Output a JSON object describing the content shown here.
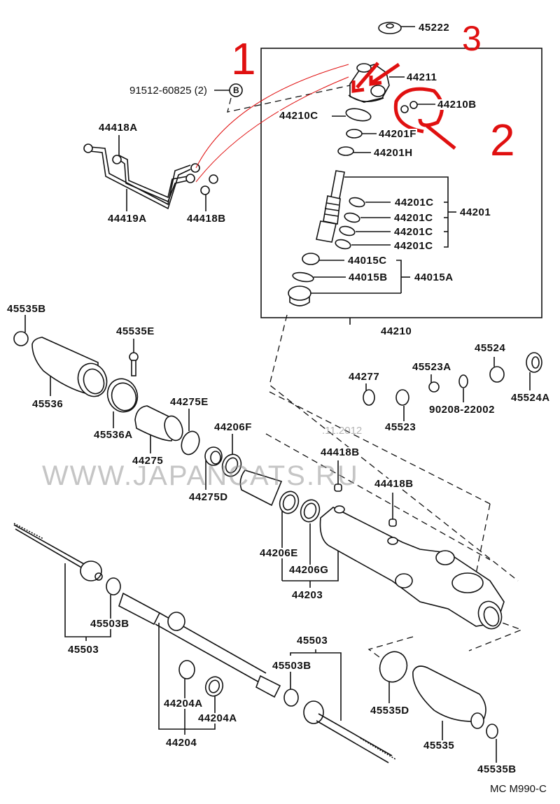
{
  "diagram": {
    "title_code": "MC M990-C",
    "watermark": "WWW.JAPANCATS.RU",
    "watermark_date": ".11.2012",
    "colors": {
      "line": "#111111",
      "annotation": "#e01010",
      "watermark": "#969696"
    },
    "annotations": {
      "n1": "1",
      "n2": "2",
      "n3": "3"
    },
    "labels": {
      "p45222": "45222",
      "p44211": "44211",
      "p91512": "91512-60825 (2)",
      "refB": "B",
      "p44210B": "44210B",
      "p44210C": "44210C",
      "p44201F": "44201F",
      "p44201H": "44201H",
      "p44418A": "44418A",
      "p44419A": "44419A",
      "p44418B_top": "44418B",
      "p44201C_1": "44201C",
      "p44201C_2": "44201C",
      "p44201C_3": "44201C",
      "p44201C_4": "44201C",
      "p44201": "44201",
      "p44015C": "44015C",
      "p44015B": "44015B",
      "p44015A": "44015A",
      "p44210": "44210",
      "p45535B_left": "45535B",
      "p45535E": "45535E",
      "p45536": "45536",
      "p45536A": "45536A",
      "p44275E": "44275E",
      "p44275": "44275",
      "p44206F": "44206F",
      "p44275D": "44275D",
      "p44277": "44277",
      "p45523": "45523",
      "p45523A": "45523A",
      "p90208": "90208-22002",
      "p45524": "45524",
      "p45524A": "45524A",
      "p44418B_mid1": "44418B",
      "p44418B_mid2": "44418B",
      "p44206E": "44206E",
      "p44206G": "44206G",
      "p44203": "44203",
      "p45503B_left": "45503B",
      "p45503_left": "45503",
      "p44204A_1": "44204A",
      "p44204A_2": "44204A",
      "p44204": "44204",
      "p45503_right": "45503",
      "p45503B_right": "45503B",
      "p45535D": "45535D",
      "p45535": "45535",
      "p45535B_right": "45535B"
    }
  }
}
